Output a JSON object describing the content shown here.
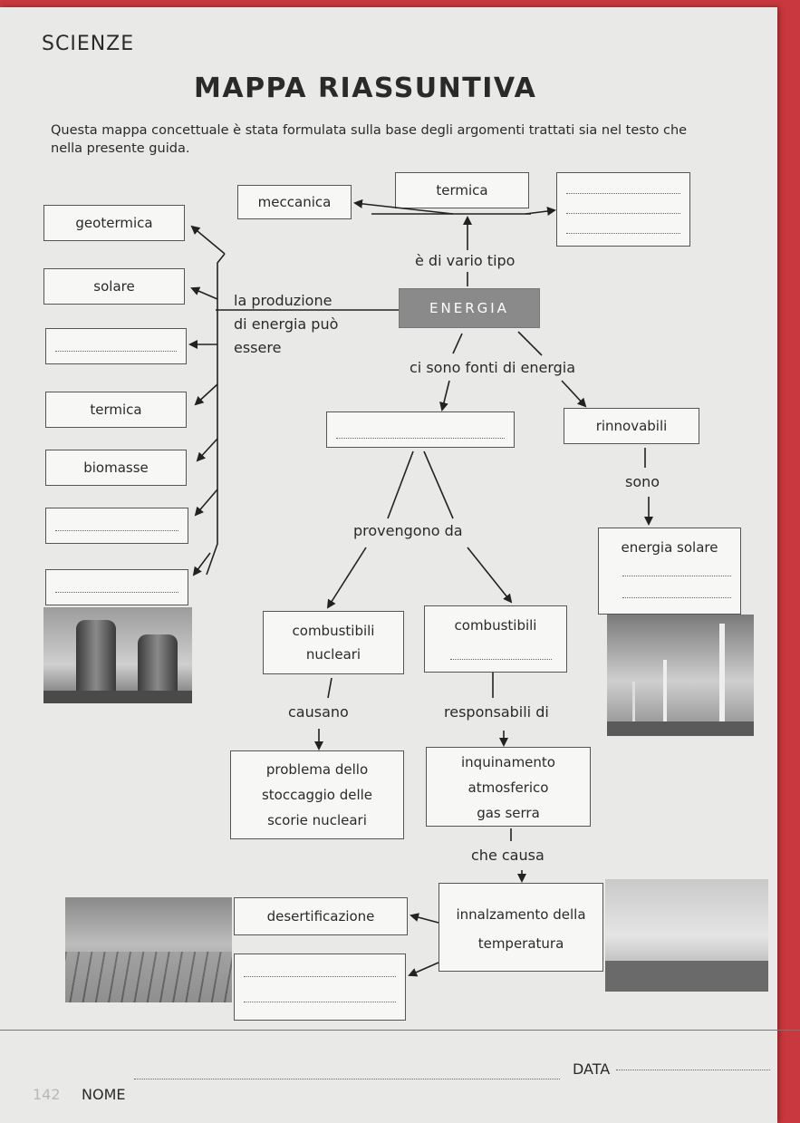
{
  "header": {
    "subject": "SCIENZE",
    "title": "MAPPA RIASSUNTIVA",
    "intro": "Questa mappa concettuale è stata formulata sulla base degli argomenti trattati sia nel testo che nella presente guida."
  },
  "map": {
    "center": "ENERGIA",
    "types_link": "è di vario tipo",
    "types": [
      "meccanica",
      "termica"
    ],
    "production_link_1": "la produzione",
    "production_link_2": "di energia può",
    "production_link_3": "essere",
    "production": [
      "geotermica",
      "solare",
      "termica",
      "biomasse"
    ],
    "sources_link": "ci sono fonti di energia",
    "renewable": "rinnovabili",
    "renewable_link": "sono",
    "renewable_example": "energia solare",
    "origin_link": "provengono da",
    "fuel_nuclear_1": "combustibili",
    "fuel_nuclear_2": "nucleari",
    "fuel_other": "combustibili",
    "nuclear_link": "causano",
    "nuclear_effect_1": "problema dello",
    "nuclear_effect_2": "stoccaggio delle",
    "nuclear_effect_3": "scorie nucleari",
    "fuel_link": "responsabili di",
    "pollution_1": "inquinamento",
    "pollution_2": "atmosferico",
    "pollution_3": "gas serra",
    "pollution_link": "che causa",
    "warming_1": "innalzamento della",
    "warming_2": "temperatura",
    "desert": "desertificazione"
  },
  "footer": {
    "page_number": "142",
    "name_label": "NOME",
    "date_label": "DATA"
  }
}
